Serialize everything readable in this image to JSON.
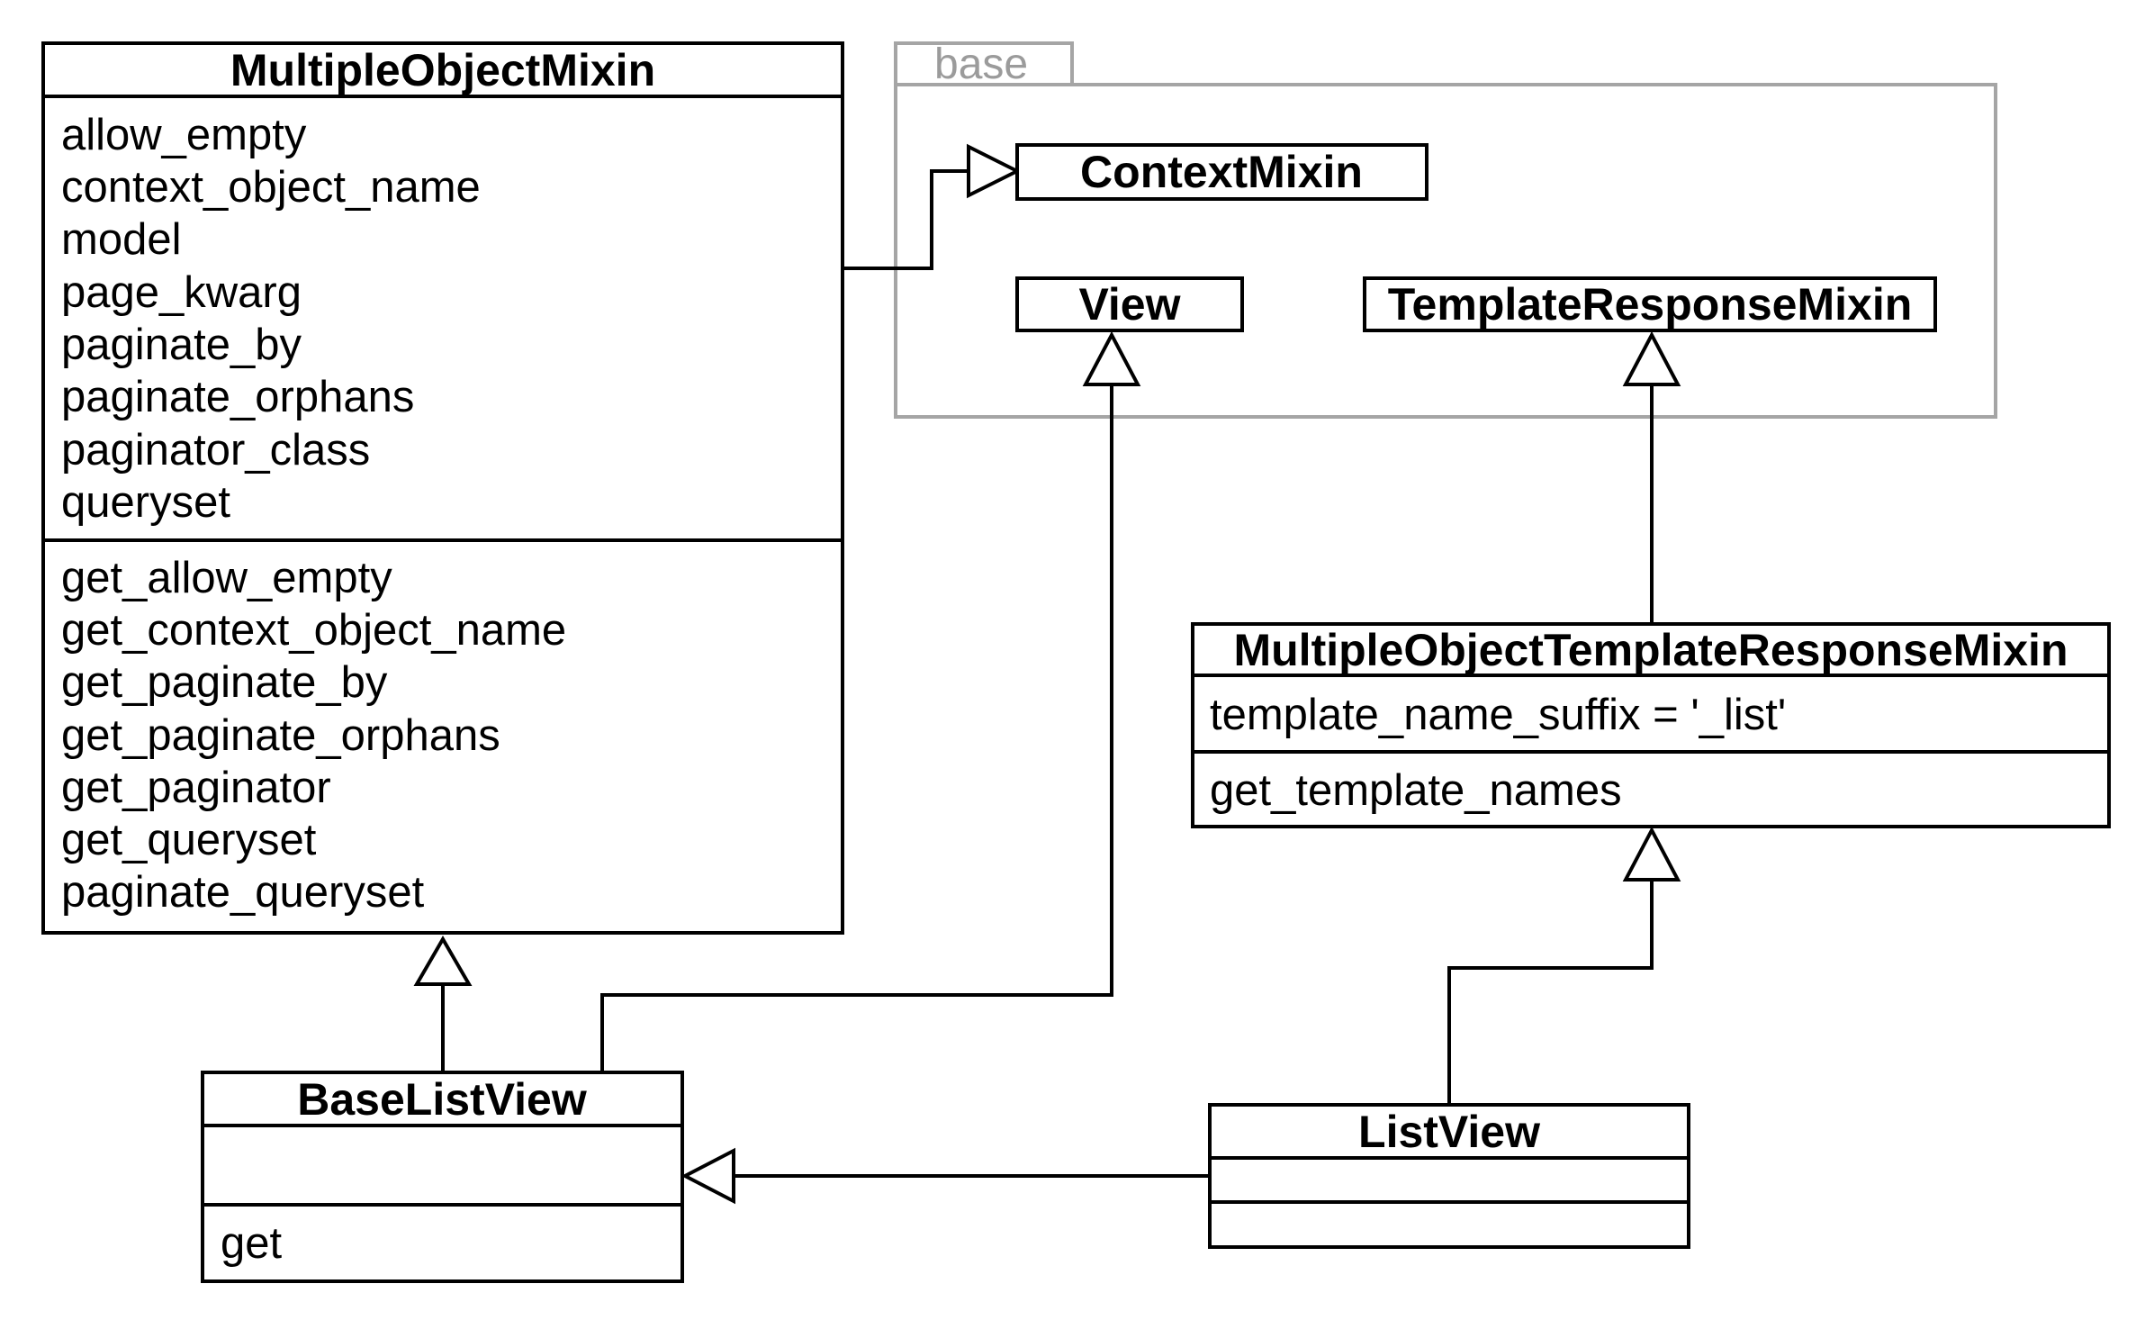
{
  "package": {
    "name": "base"
  },
  "classes": {
    "multiple_object_mixin": {
      "name": "MultipleObjectMixin",
      "attributes": [
        "allow_empty",
        "context_object_name",
        "model",
        "page_kwarg",
        "paginate_by",
        "paginate_orphans",
        "paginator_class",
        "queryset"
      ],
      "methods": [
        "get_allow_empty",
        "get_context_object_name",
        "get_paginate_by",
        "get_paginate_orphans",
        "get_paginator",
        "get_queryset",
        "paginate_queryset"
      ]
    },
    "context_mixin": {
      "name": "ContextMixin"
    },
    "view": {
      "name": "View"
    },
    "template_response_mixin": {
      "name": "TemplateResponseMixin"
    },
    "multiple_object_template_response_mixin": {
      "name": "MultipleObjectTemplateResponseMixin",
      "attributes": [
        "template_name_suffix = '_list'"
      ],
      "methods": [
        "get_template_names"
      ]
    },
    "base_list_view": {
      "name": "BaseListView",
      "attributes": [],
      "methods": [
        "get"
      ]
    },
    "list_view": {
      "name": "ListView",
      "attributes": [],
      "methods": []
    }
  },
  "relations": [
    {
      "type": "generalization",
      "from": "MultipleObjectMixin",
      "to": "ContextMixin"
    },
    {
      "type": "generalization",
      "from": "BaseListView",
      "to": "MultipleObjectMixin"
    },
    {
      "type": "generalization",
      "from": "BaseListView",
      "to": "View"
    },
    {
      "type": "generalization",
      "from": "MultipleObjectTemplateResponseMixin",
      "to": "TemplateResponseMixin"
    },
    {
      "type": "generalization",
      "from": "ListView",
      "to": "MultipleObjectTemplateResponseMixin"
    },
    {
      "type": "generalization",
      "from": "ListView",
      "to": "BaseListView"
    }
  ]
}
